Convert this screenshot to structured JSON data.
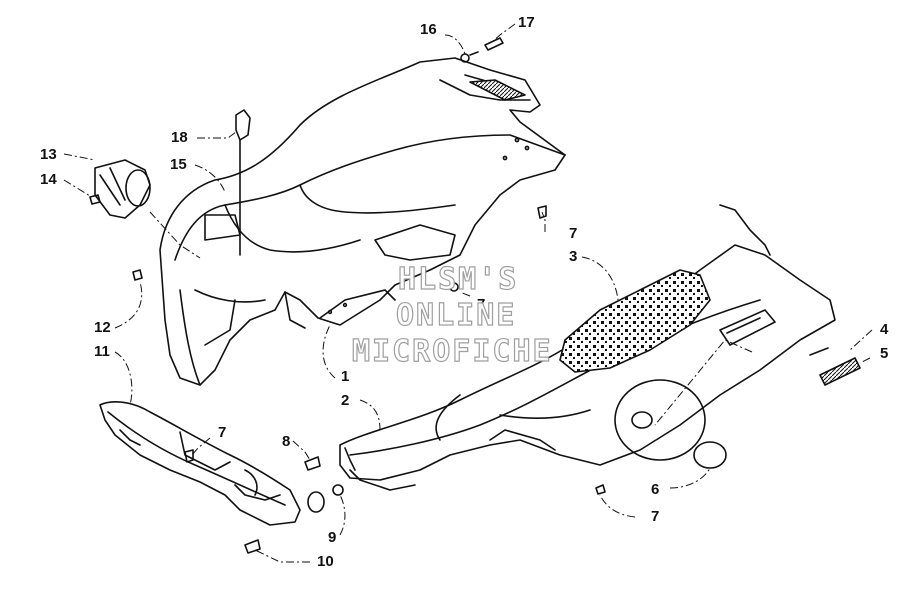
{
  "callouts": {
    "c1": "1",
    "c2": "2",
    "c3": "3",
    "c4": "4",
    "c5": "5",
    "c6": "6",
    "c7a": "7",
    "c7b": "7",
    "c7c": "7",
    "c7d": "7",
    "c8": "8",
    "c9": "9",
    "c10": "10",
    "c11": "11",
    "c12": "12",
    "c13": "13",
    "c14": "14",
    "c15": "15",
    "c16": "16",
    "c17": "17",
    "c18": "18"
  },
  "watermark": {
    "line1": "HLSM'S",
    "line2": "ONLINE",
    "line3": "MICROFICHE"
  },
  "colors": {
    "ink": "#111111",
    "watermark_outline": "#9a9a9a",
    "background": "#ffffff"
  }
}
